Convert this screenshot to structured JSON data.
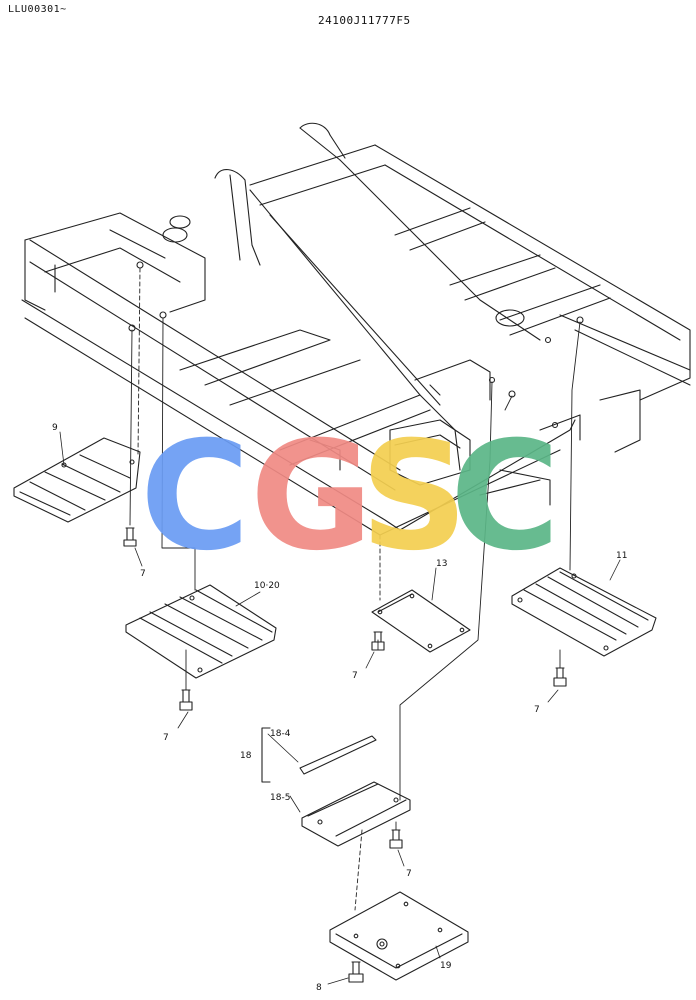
{
  "header": {
    "serial_range": "LLU00301~",
    "part_number": "24100J11777F5"
  },
  "watermark": {
    "letters": [
      {
        "char": "C",
        "color": "#6a9cf4"
      },
      {
        "char": "G",
        "color": "#f08a84"
      },
      {
        "char": "S",
        "color": "#f4cf50"
      },
      {
        "char": "C",
        "color": "#5bb687"
      }
    ]
  },
  "callouts": {
    "p9": "9",
    "p7a": "7",
    "p10_20": "10·20",
    "p7b": "7",
    "p13": "13",
    "p7c": "7",
    "p11": "11",
    "p7d": "7",
    "p18": "18",
    "p18_4": "18-4",
    "p18_5": "18-5",
    "p7e": "7",
    "p19": "19",
    "p8": "8"
  }
}
